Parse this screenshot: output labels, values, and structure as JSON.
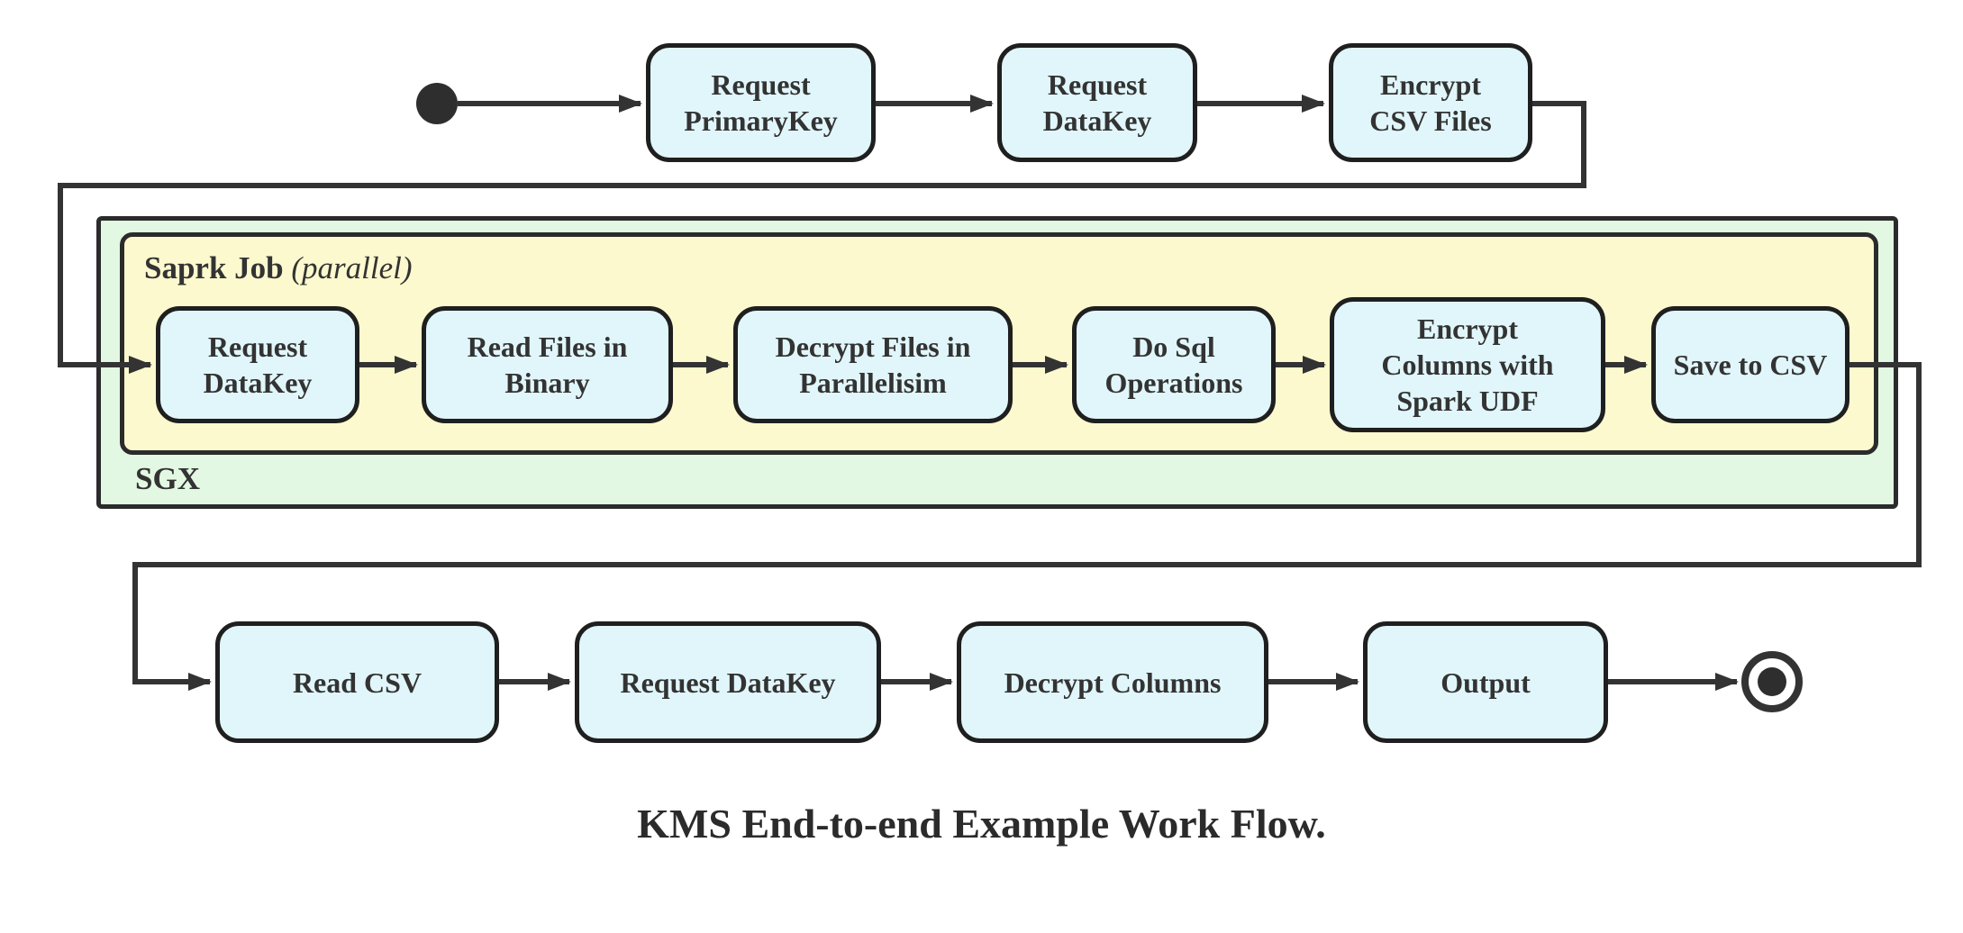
{
  "diagram": {
    "caption": "KMS End-to-end Example Work Flow.",
    "groups": {
      "sgx": {
        "label": "SGX"
      },
      "spark_job": {
        "label": "Saprk Job",
        "label_qualifier": "(parallel)"
      }
    },
    "nodes": {
      "top": [
        {
          "label": "Request\nPrimaryKey"
        },
        {
          "label": "Request\nDataKey"
        },
        {
          "label": "Encrypt\nCSV Files"
        }
      ],
      "sgx_row": [
        {
          "label": "Request\nDataKey"
        },
        {
          "label": "Read Files in\nBinary"
        },
        {
          "label": "Decrypt Files in\nParallelisim"
        },
        {
          "label": "Do Sql\nOperations"
        },
        {
          "label": "Encrypt\nColumns with\nSpark UDF"
        },
        {
          "label": "Save to CSV"
        }
      ],
      "bottom": [
        {
          "label": "Read CSV"
        },
        {
          "label": "Request DataKey"
        },
        {
          "label": "Decrypt Columns"
        },
        {
          "label": "Output"
        }
      ]
    },
    "colors": {
      "node_fill": "#e1f6fa",
      "node_border": "#1f1f1f",
      "sgx_group_fill": "#e2f8e3",
      "spark_group_fill": "#fcf9ce",
      "wire": "#333333",
      "text": "#333333"
    }
  }
}
